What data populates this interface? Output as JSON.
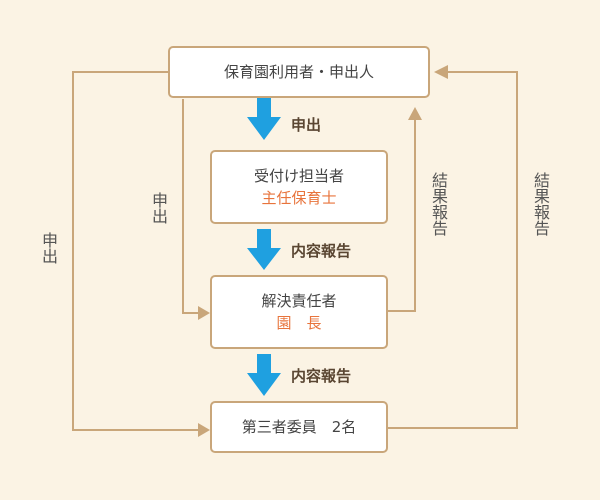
{
  "nodes": {
    "applicant": {
      "label": "保育園利用者・申出人"
    },
    "receptionist": {
      "label": "受付け担当者",
      "role": "主任保育士"
    },
    "resolver": {
      "label": "解決責任者",
      "role": "園　長"
    },
    "third_party": {
      "label": "第三者委員　2名"
    }
  },
  "arrows": {
    "applicant_to_receptionist": "申出",
    "receptionist_to_resolver": "内容報告",
    "resolver_to_third_party": "内容報告",
    "applicant_to_resolver_side": "申出",
    "applicant_to_third_party_side": "申出",
    "resolver_result": "結果報告",
    "third_party_result": "結果報告"
  },
  "colors": {
    "background": "#fbf3e4",
    "box_border": "#c9a67a",
    "connector": "#c9a67a",
    "down_arrow": "#1fa0e0",
    "role_text": "#e8743c",
    "label_text": "#5a4632"
  }
}
